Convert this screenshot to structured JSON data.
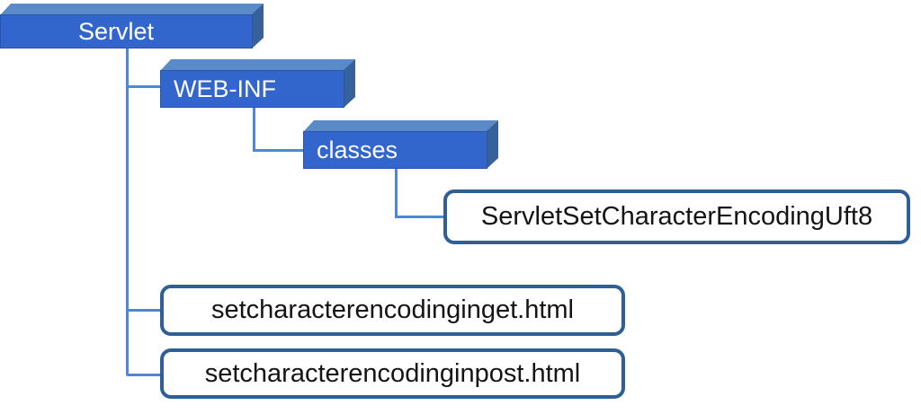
{
  "diagram": {
    "title": "Servlet project directory tree",
    "type": "tree",
    "colors": {
      "folder_front": "#3366cc",
      "folder_top": "#5b8ac8",
      "folder_side": "#36619b",
      "folder_text": "#ffffff",
      "file_border": "#2e6095",
      "file_fill": "#ffffff",
      "file_text": "#141414",
      "connector": "#4f86d6",
      "background": "#ffffff"
    },
    "nodes": {
      "root": {
        "label": "Servlet",
        "kind": "folder"
      },
      "webinf": {
        "label": "WEB-INF",
        "kind": "folder"
      },
      "classes": {
        "label": "classes",
        "kind": "folder"
      },
      "servlet_class": {
        "label": "ServletSetCharacterEncodingUft8",
        "kind": "file"
      },
      "get_html": {
        "label": "setcharacterencodinginget.html",
        "kind": "file"
      },
      "post_html": {
        "label": "setcharacterencodinginpost.html",
        "kind": "file"
      }
    },
    "edges": [
      {
        "from": "root",
        "to": "webinf"
      },
      {
        "from": "webinf",
        "to": "classes"
      },
      {
        "from": "classes",
        "to": "servlet_class"
      },
      {
        "from": "root",
        "to": "get_html"
      },
      {
        "from": "root",
        "to": "post_html"
      }
    ]
  }
}
